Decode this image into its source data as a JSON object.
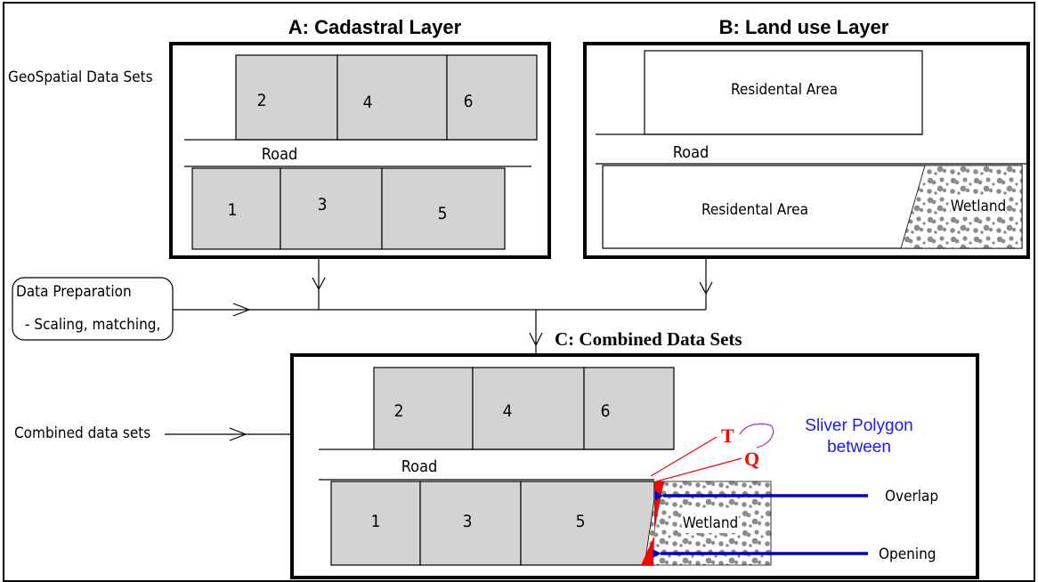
{
  "title_a": "A: Cadastral Layer",
  "title_b": "B: Land use Layer",
  "title_c": "C: Combined Data Sets",
  "label_geospatial": "GeoSpatial Data Sets",
  "label_combined": "Combined data sets",
  "data_prep": {
    "line1": "Data Preparation",
    "line2": "- Scaling, matching,"
  },
  "road_label": "Road",
  "parcel_labels": [
    "1",
    "2",
    "3",
    "4",
    "5",
    "6"
  ],
  "residential_label": "Residental Area",
  "wetland_label": "Wetland",
  "sliver": {
    "line1": "Sliver Polygon",
    "line2": "between",
    "t_label": "T",
    "q_label": "Q",
    "overlap_label": "Overlap",
    "opening_label": "Opening"
  },
  "colors": {
    "parcel_fill": "#d3d3d3",
    "wetland_blob": "#8c8c8c",
    "sliver_red": "#ff0000",
    "arrow_blue": "#0000cc",
    "sliver_text": "#1a1aff",
    "bracket": "#9933cc"
  }
}
